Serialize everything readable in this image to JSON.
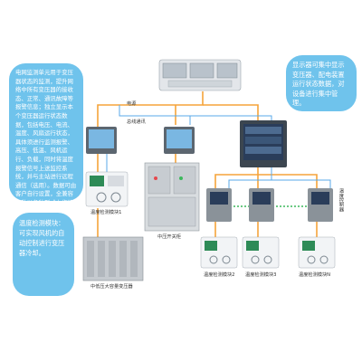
{
  "colors": {
    "bubble": "#6fc3ec",
    "bus_main": "#f5a43a",
    "bus_sensor": "#5aa9e8",
    "bus_wireless": "#3cb85c",
    "cabinet": "#d9dde0",
    "screen": "#2a3d5a"
  },
  "bubbles": {
    "left": "电网监测单元用于变压器状态的监测，提升网络中所有变压器的接收态、正常、通讯故障等报警信息；独立显示本个变压器运行状态数据，包括电压、电流、温度、风扇运行状态，具体须进行监测报警、高压、低温、风机运行、负载，同时将温度报警信号上送监控系统，并与主站进行远程通信（选用）。数据可由客户自行设置，全兼容各种以各种形式上作给上级系统。",
    "top": "显示器可集中显示变压器、配电装置运行状态数据，对设备进行集中管理。",
    "bottom": "温度检测模块：可实现风机的自动控制进行变压器冷却。"
  },
  "labels": {
    "power": "电源",
    "bus": "总线通讯",
    "sensor_module_1": "温度检测模块1",
    "sensor_module_2": "温度检测模块2",
    "sensor_module_3": "温度检测模块3",
    "sensor_module_n": "温度检测模块N",
    "hv_transformer": "中低压大容量变压器",
    "mv_switchgear": "中压开关柜",
    "temp_controller": "温度控制器"
  }
}
